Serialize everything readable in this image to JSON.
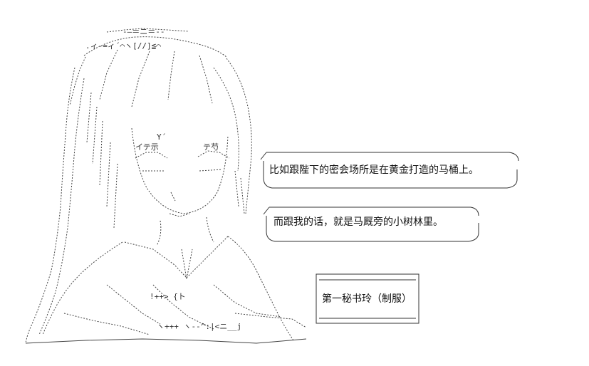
{
  "speech": {
    "line_1": "比如跟陛下的密会场所是在黄金打造的马桶上。",
    "line_2": "而跟我的话，就是马厩旁的小树林里。"
  },
  "name_plate": {
    "label": "第一秘书玲（制服）"
  },
  "colors": {
    "background": "#ffffff",
    "ink": "#333333"
  }
}
